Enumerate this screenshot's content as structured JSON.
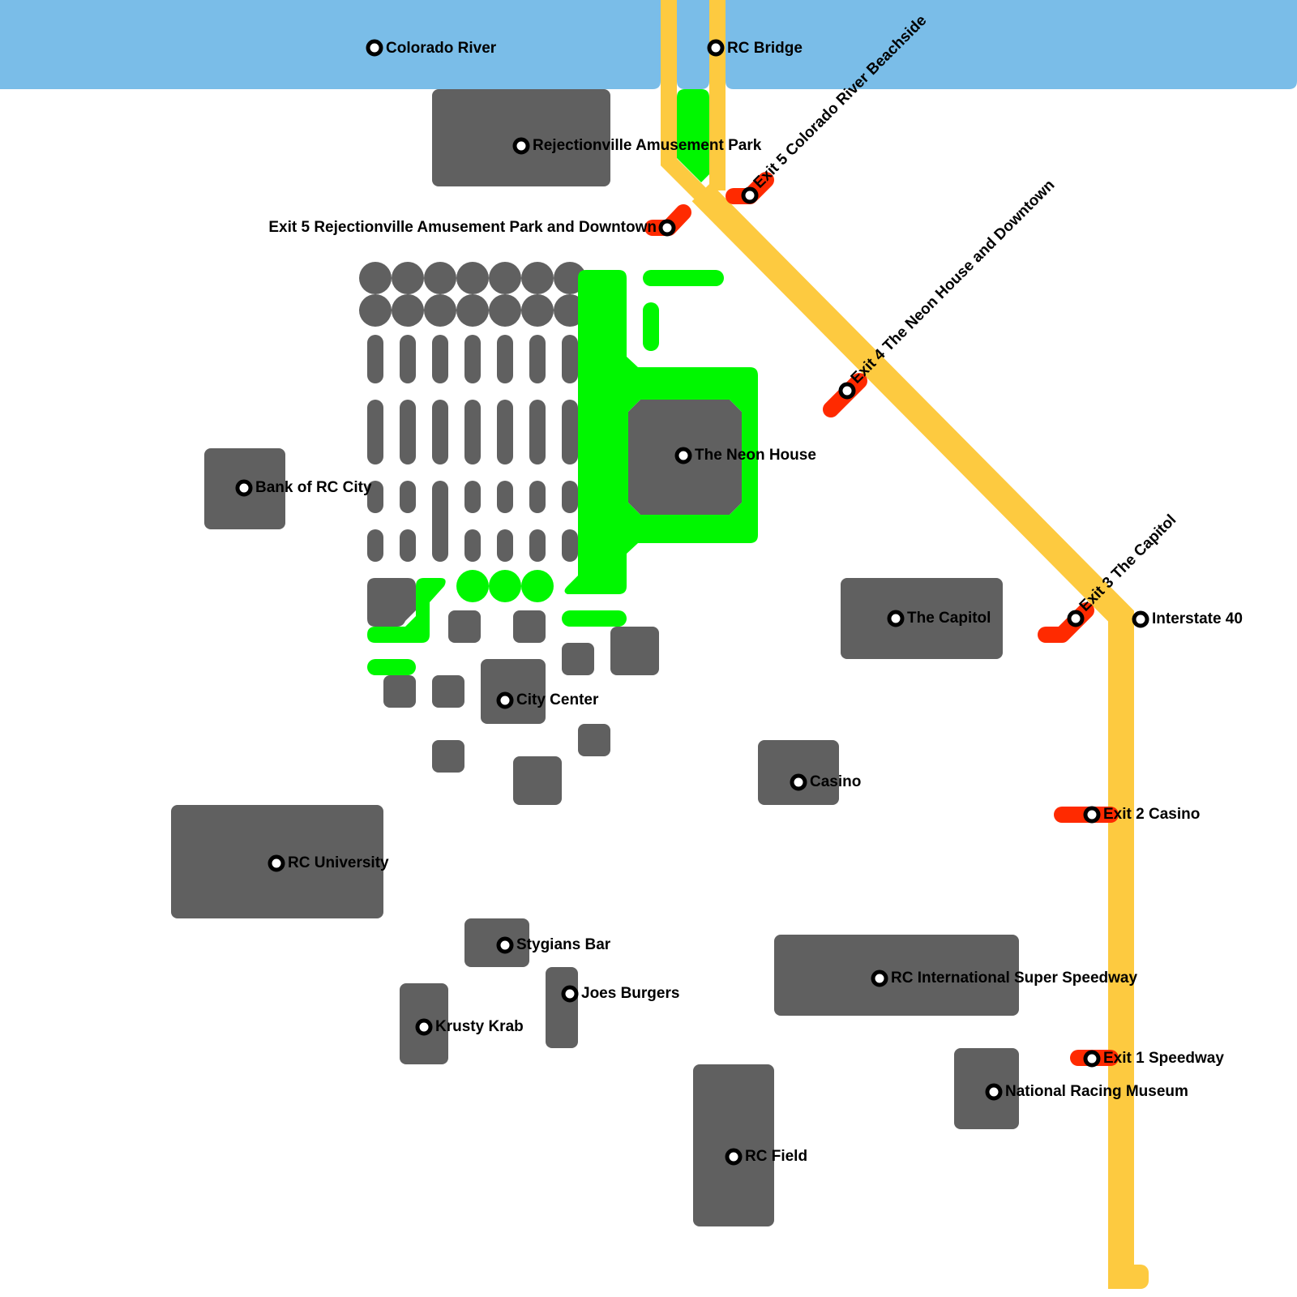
{
  "map": {
    "title": "RC City Map",
    "colors": {
      "water": "#7abde8",
      "building": "#606060",
      "park": "#00f700",
      "interstate": "#fdca40",
      "exit_ramp": "#ff2a00",
      "station_fill": "#ffffff",
      "station_stroke": "#000000"
    },
    "water_labels": [
      {
        "id": "colorado-river",
        "label": "Colorado River"
      },
      {
        "id": "rc-bridge",
        "label": "RC Bridge"
      }
    ],
    "landmarks": [
      {
        "id": "rejectionville-amusement-park",
        "label": "Rejectionville Amusement Park"
      },
      {
        "id": "the-neon-house",
        "label": "The Neon House"
      },
      {
        "id": "bank-of-rc-city",
        "label": "Bank of RC City"
      },
      {
        "id": "the-capitol",
        "label": "The Capitol"
      },
      {
        "id": "city-center",
        "label": "City Center"
      },
      {
        "id": "casino",
        "label": "Casino"
      },
      {
        "id": "rc-university",
        "label": "RC University"
      },
      {
        "id": "stygians-bar",
        "label": "Stygians Bar"
      },
      {
        "id": "joes-burgers",
        "label": "Joes Burgers"
      },
      {
        "id": "krusty-krab",
        "label": "Krusty Krab"
      },
      {
        "id": "rc-international-super-speedway",
        "label": "RC International Super Speedway"
      },
      {
        "id": "national-racing-museum",
        "label": "National Racing Museum"
      },
      {
        "id": "rc-field",
        "label": "RC Field"
      }
    ],
    "highway": {
      "id": "interstate-40",
      "label": "Interstate 40"
    },
    "exits": [
      {
        "id": "exit-5-rejectionville",
        "label": "Exit 5 Rejectionville Amusement Park and Downtown"
      },
      {
        "id": "exit-5-beachside",
        "label": "Exit 5 Colorado River Beachside"
      },
      {
        "id": "exit-4",
        "label": "Exit 4 The Neon House and Downtown"
      },
      {
        "id": "exit-3",
        "label": "Exit 3 The Capitol"
      },
      {
        "id": "exit-2",
        "label": "Exit 2 Casino"
      },
      {
        "id": "exit-1",
        "label": "Exit 1 Speedway"
      }
    ]
  }
}
